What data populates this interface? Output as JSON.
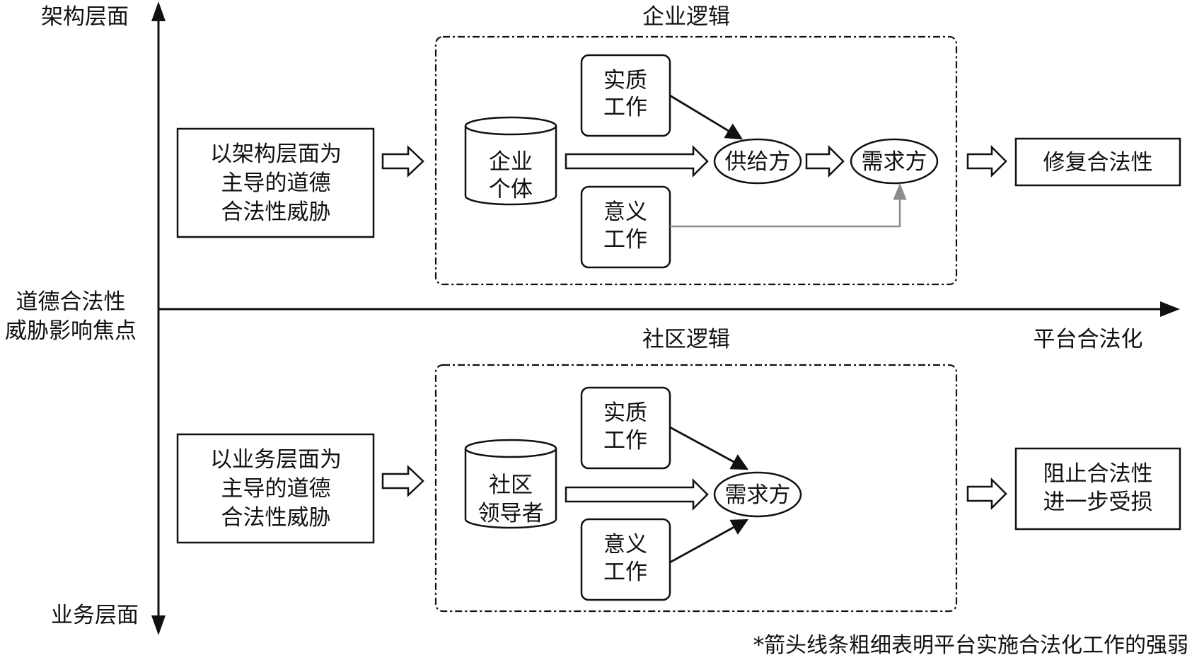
{
  "axes": {
    "y_top_label": "架构层面",
    "y_bottom_label": "业务层面",
    "y_axis_title_line1": "道德合法性",
    "y_axis_title_line2": "威胁影响焦点",
    "x_axis_title": "平台合法化"
  },
  "top_row": {
    "threat_box_lines": [
      "以架构层面为",
      "主导的道德",
      "合法性威胁"
    ],
    "logic_title": "企业逻辑",
    "actor_lines": [
      "企业",
      "个体"
    ],
    "substantive_work_lines": [
      "实质",
      "工作"
    ],
    "symbolic_work_lines": [
      "意义",
      "工作"
    ],
    "supplier_label": "供给方",
    "demander_label": "需求方",
    "outcome_box": "修复合法性"
  },
  "bottom_row": {
    "threat_box_lines": [
      "以业务层面为",
      "主导的道德",
      "合法性威胁"
    ],
    "logic_title": "社区逻辑",
    "actor_lines": [
      "社区",
      "领导者"
    ],
    "substantive_work_lines": [
      "实质",
      "工作"
    ],
    "symbolic_work_lines": [
      "意义",
      "工作"
    ],
    "demander_label": "需求方",
    "outcome_box_lines": [
      "阻止合法性",
      "进一步受损"
    ]
  },
  "footnote": "*箭头线条粗细表明平台实施合法化工作的强弱",
  "colors": {
    "line": "#111111",
    "weak_arrow": "#8c8c8c",
    "background": "#ffffff"
  }
}
